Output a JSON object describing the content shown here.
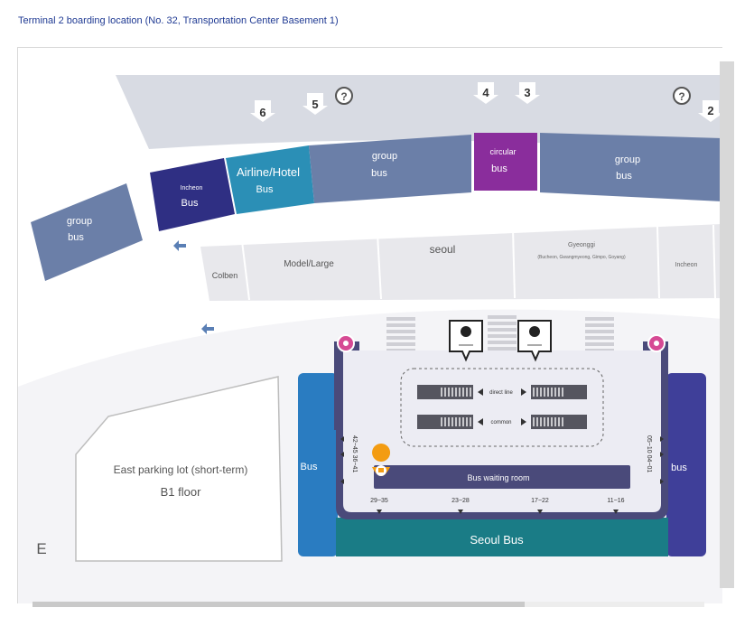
{
  "page_title": "Terminal 2 boarding location (No. 32, Transportation Center Basement 1)",
  "colors": {
    "slate": "#6b7fa8",
    "navy": "#2f2f83",
    "teal": "#2b8fb6",
    "purple": "#8a2d9c",
    "light_zone": "#e8e8ec",
    "lane": "#f2f2f4",
    "blue_bus": "#2a7cc1",
    "indigo_bus": "#3f3f99",
    "seoul_bus": "#1a7c86",
    "pin_orange": "#f39c12",
    "entry_pink": "#d64a94"
  },
  "gate_numbers": {
    "g6": "6",
    "g5": "5",
    "g4": "4",
    "g3": "3",
    "g2": "2"
  },
  "upper_zones": {
    "group_left_l1": "group",
    "group_left_l2": "bus",
    "incheon_small": "Incheon",
    "incheon_bus": "Bus",
    "airline_l1": "Airline/Hotel",
    "airline_l2": "Bus",
    "group_mid_l1": "group",
    "group_mid_l2": "bus",
    "circular_l1": "circular",
    "circular_l2": "bus",
    "group_right_l1": "group",
    "group_right_l2": "bus"
  },
  "lower_zones": {
    "colben": "Colben",
    "model_large": "Model/Large",
    "seoul": "seoul",
    "gyeonggi_l1": "Gyeonggi",
    "gyeonggi_l2": "(Bucheon, Gwangmyeong, Gimpo, Goyang)",
    "incheon": "Incheon"
  },
  "parking": {
    "name": "East parking lot (short-term)",
    "floor": "B1 floor",
    "letter": "E"
  },
  "center": {
    "direct_line": "direct line",
    "common": "common",
    "waiting_room": "Bus waiting room",
    "left_bus": "Bus",
    "right_bus": "bus",
    "seoul_bus": "Seoul Bus",
    "left_numbers": "42~45 36~41",
    "right_numbers": "05~10 04~01",
    "bottom_numbers": [
      "29~35",
      "23~28",
      "17~22",
      "11~16"
    ]
  }
}
